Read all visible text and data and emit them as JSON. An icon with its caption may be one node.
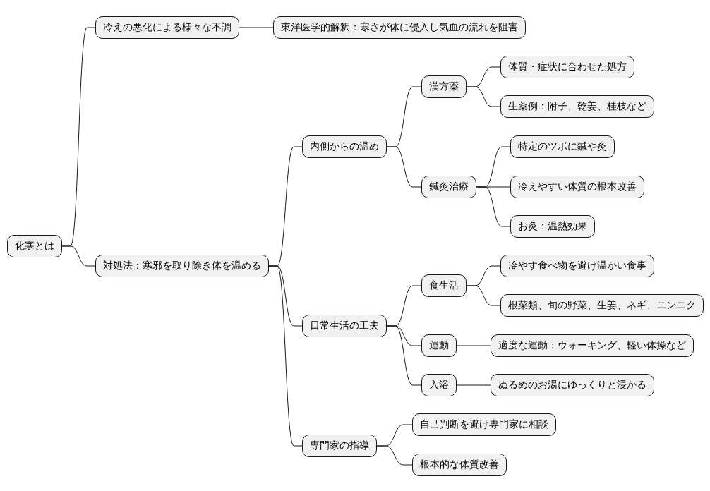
{
  "diagram": {
    "nodes": [
      {
        "text": [
          "化寒とは"
        ]
      },
      {
        "text": [
          "冷えの悪化による様々な不調"
        ]
      },
      {
        "text": [
          "東洋医学的解釈：寒さが体に侵入し気血の流れを阻害"
        ]
      },
      {
        "text": [
          "対処法：寒邪を取り除き体を温める"
        ]
      },
      {
        "text": [
          "内側からの温め"
        ]
      },
      {
        "text": [
          "漢方薬"
        ]
      },
      {
        "text": [
          "体質・症状に合わせた処方"
        ]
      },
      {
        "text": [
          "生薬例：附子、乾姜、桂枝など"
        ]
      },
      {
        "text": [
          "鍼灸治療"
        ]
      },
      {
        "text": [
          "特定のツボに鍼や灸"
        ]
      },
      {
        "text": [
          "冷えやすい体質の根本改善"
        ]
      },
      {
        "text": [
          "お灸：温熱効果"
        ]
      },
      {
        "text": [
          "日常生活の工夫"
        ]
      },
      {
        "text": [
          "食生活"
        ]
      },
      {
        "text": [
          "冷やす食べ物を避け温かい食事"
        ]
      },
      {
        "text": [
          "根菜類、旬の野菜、生姜、ネギ、ニンニク"
        ]
      },
      {
        "text": [
          "運動"
        ]
      },
      {
        "text": [
          "適度な運動：ウォーキング、軽い体操など"
        ]
      },
      {
        "text": [
          "入浴"
        ]
      },
      {
        "text": [
          "ぬるめのお湯にゆっくりと浸かる"
        ]
      },
      {
        "text": [
          "専門家の指導"
        ]
      },
      {
        "text": [
          "自己判断を避け専門家に相談"
        ]
      },
      {
        "text": [
          "根本的な体質改善"
        ]
      }
    ],
    "edges": [
      {
        "from": 0,
        "to": 1,
        "arrow": "none"
      },
      {
        "from": 1,
        "to": 2,
        "arrow": "none"
      },
      {
        "from": 0,
        "to": 3,
        "arrow": "none"
      },
      {
        "from": 3,
        "to": 4,
        "arrow": "none"
      },
      {
        "from": 4,
        "to": 5,
        "arrow": "none"
      },
      {
        "from": 5,
        "to": 6,
        "arrow": "none"
      },
      {
        "from": 5,
        "to": 7,
        "arrow": "none"
      },
      {
        "from": 4,
        "to": 8,
        "arrow": "none"
      },
      {
        "from": 8,
        "to": 9,
        "arrow": "none"
      },
      {
        "from": 8,
        "to": 10,
        "arrow": "none"
      },
      {
        "from": 8,
        "to": 11,
        "arrow": "none"
      },
      {
        "from": 3,
        "to": 12,
        "arrow": "none"
      },
      {
        "from": 12,
        "to": 13,
        "arrow": "none"
      },
      {
        "from": 13,
        "to": 14,
        "arrow": "none"
      },
      {
        "from": 13,
        "to": 15,
        "arrow": "none"
      },
      {
        "from": 12,
        "to": 16,
        "arrow": "none"
      },
      {
        "from": 16,
        "to": 17,
        "arrow": "none"
      },
      {
        "from": 12,
        "to": 18,
        "arrow": "none"
      },
      {
        "from": 18,
        "to": 19,
        "arrow": "none"
      },
      {
        "from": 3,
        "to": 20,
        "arrow": "none"
      },
      {
        "from": 20,
        "to": 21,
        "arrow": "none"
      },
      {
        "from": 20,
        "to": 22,
        "arrow": "none"
      }
    ]
  }
}
